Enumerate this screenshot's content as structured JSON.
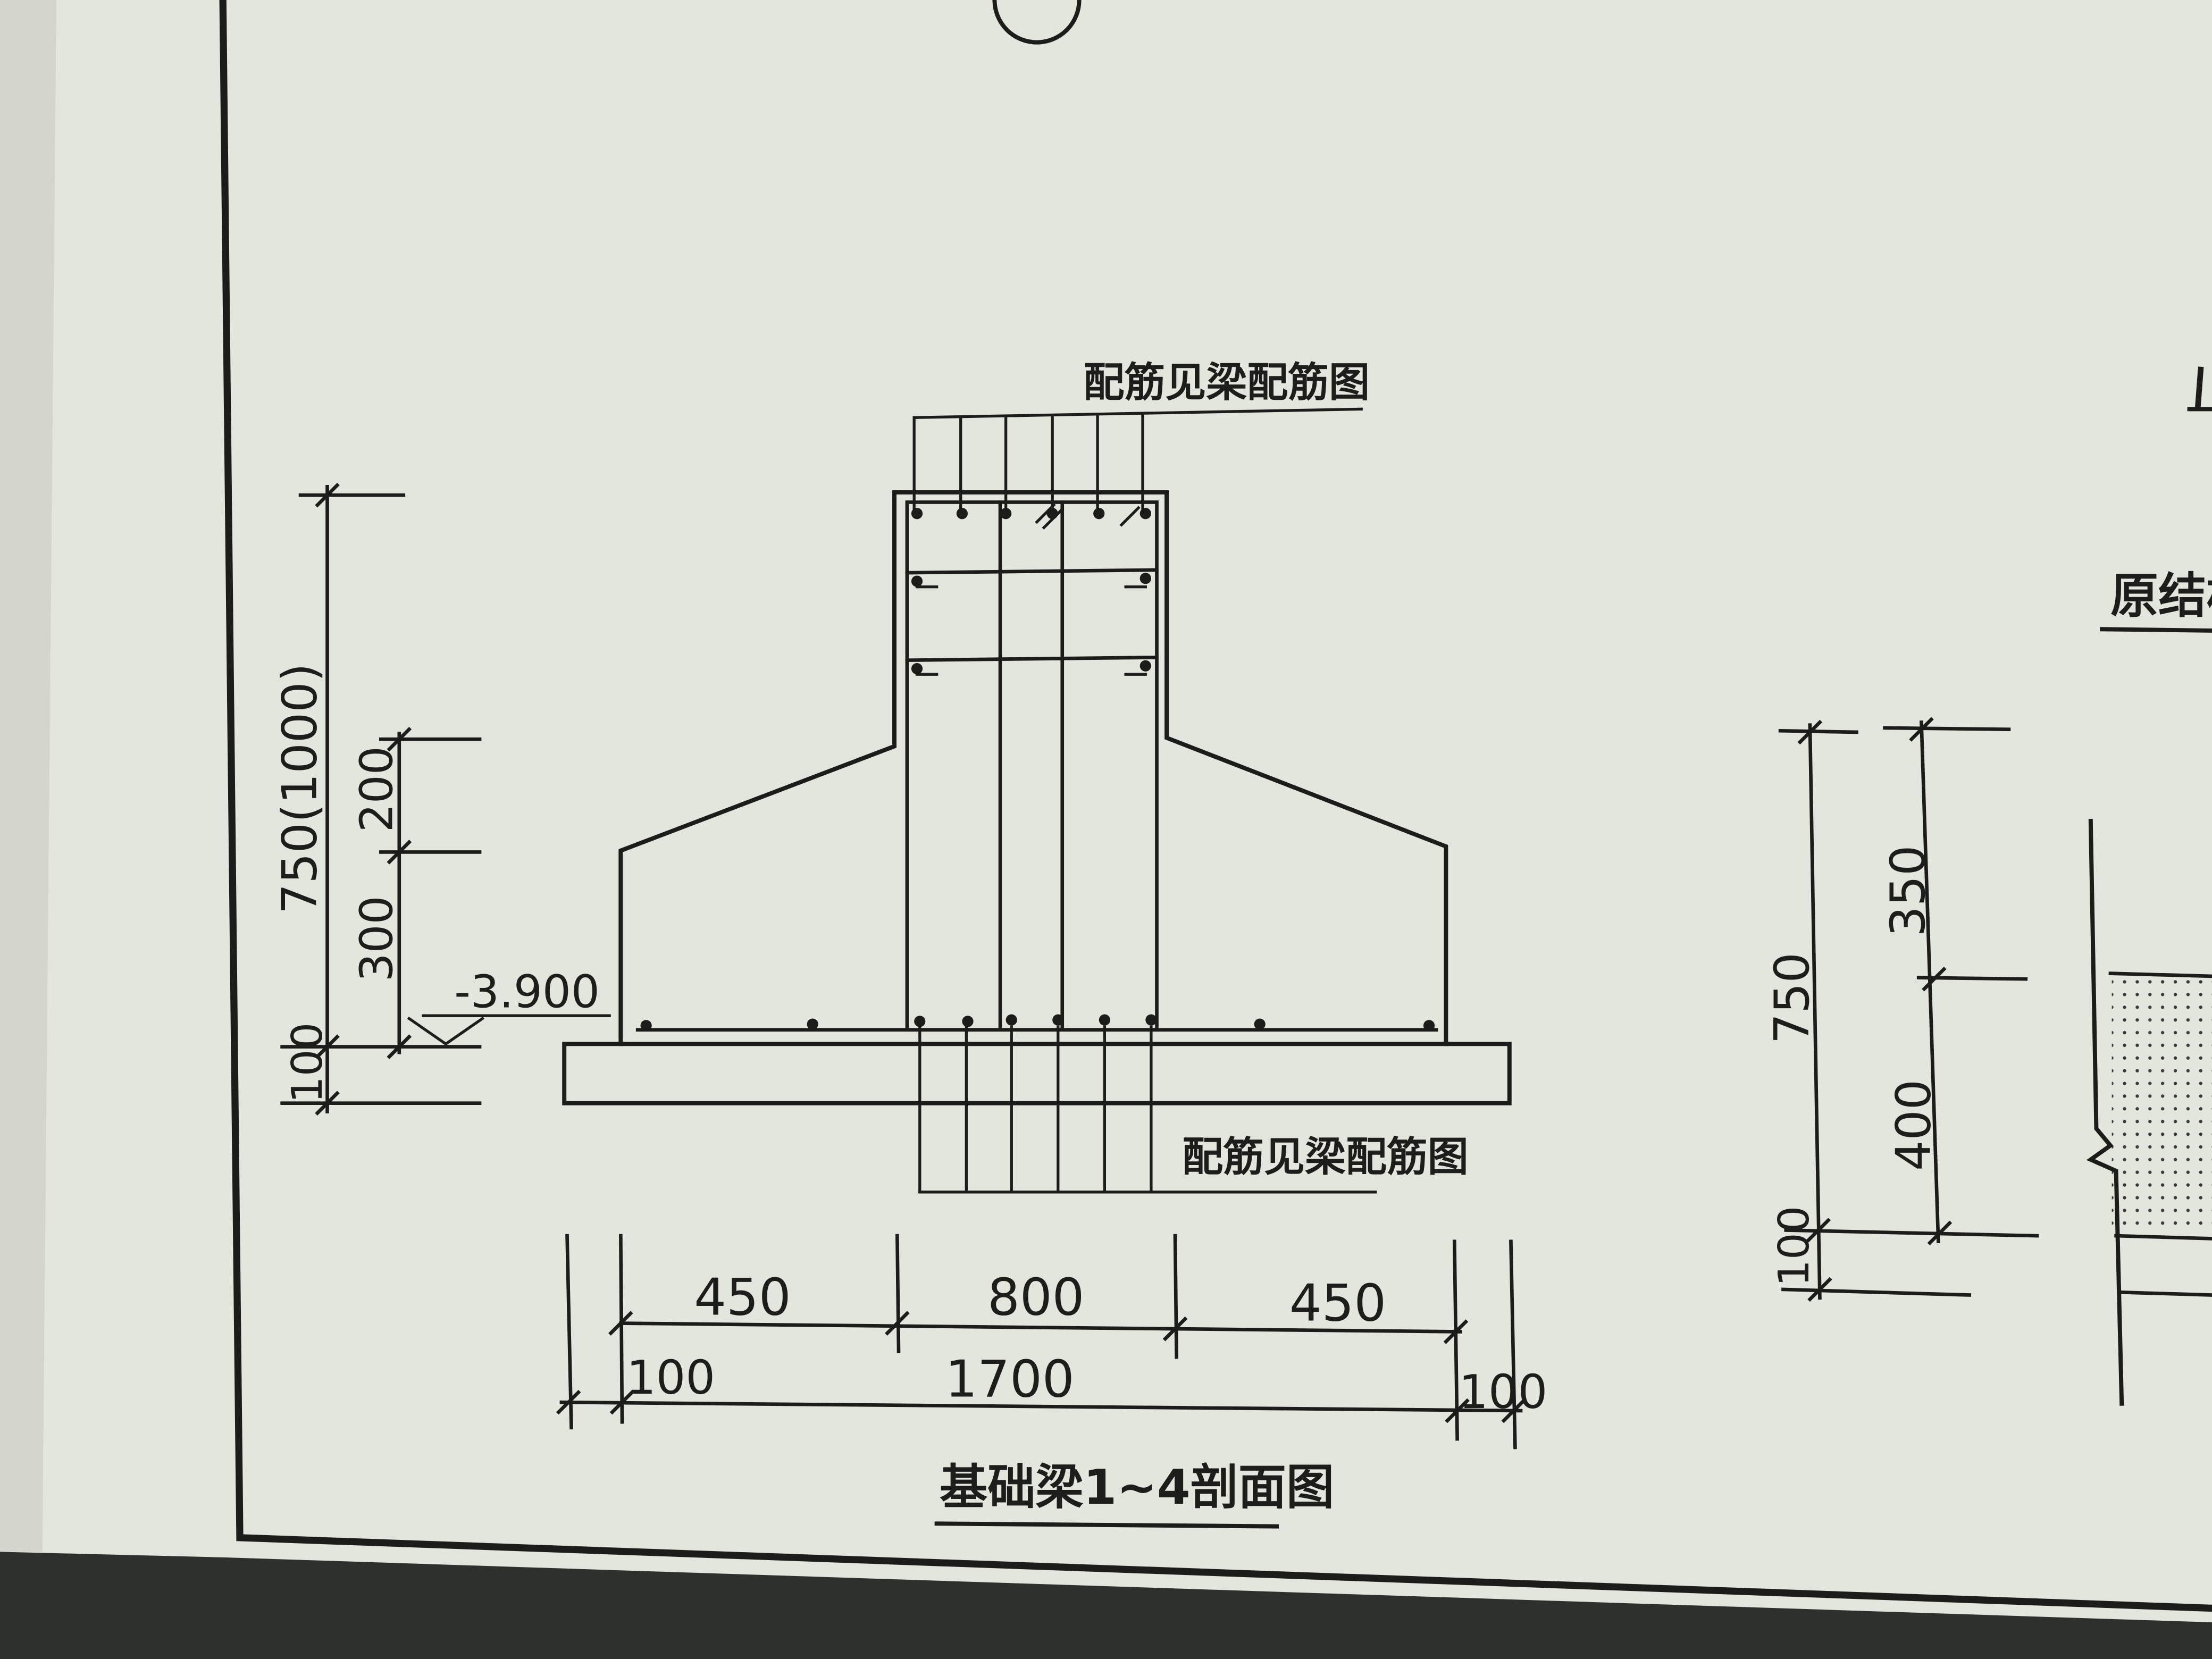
{
  "labels": {
    "top_note": "配筋见梁配筋图",
    "bottom_note": "配筋见梁配筋图",
    "title": "基础梁1~4剖面图",
    "right_title_fragment": "原结构",
    "elevation": "-3.900"
  },
  "left_dims": {
    "total": "750(1000)",
    "d200": "200",
    "d300": "300",
    "d100": "100"
  },
  "bottom_dims": {
    "w450_left": "450",
    "w800": "800",
    "w450_right": "450",
    "w100_left": "100",
    "w1700": "1700",
    "w100_right": "100"
  },
  "right_dims": {
    "d750": "750",
    "d350": "350",
    "d400": "400",
    "d100": "100"
  },
  "colors": {
    "paper": "#e3e6dd",
    "ink": "#1c1c1a",
    "background": "#2e302c"
  }
}
